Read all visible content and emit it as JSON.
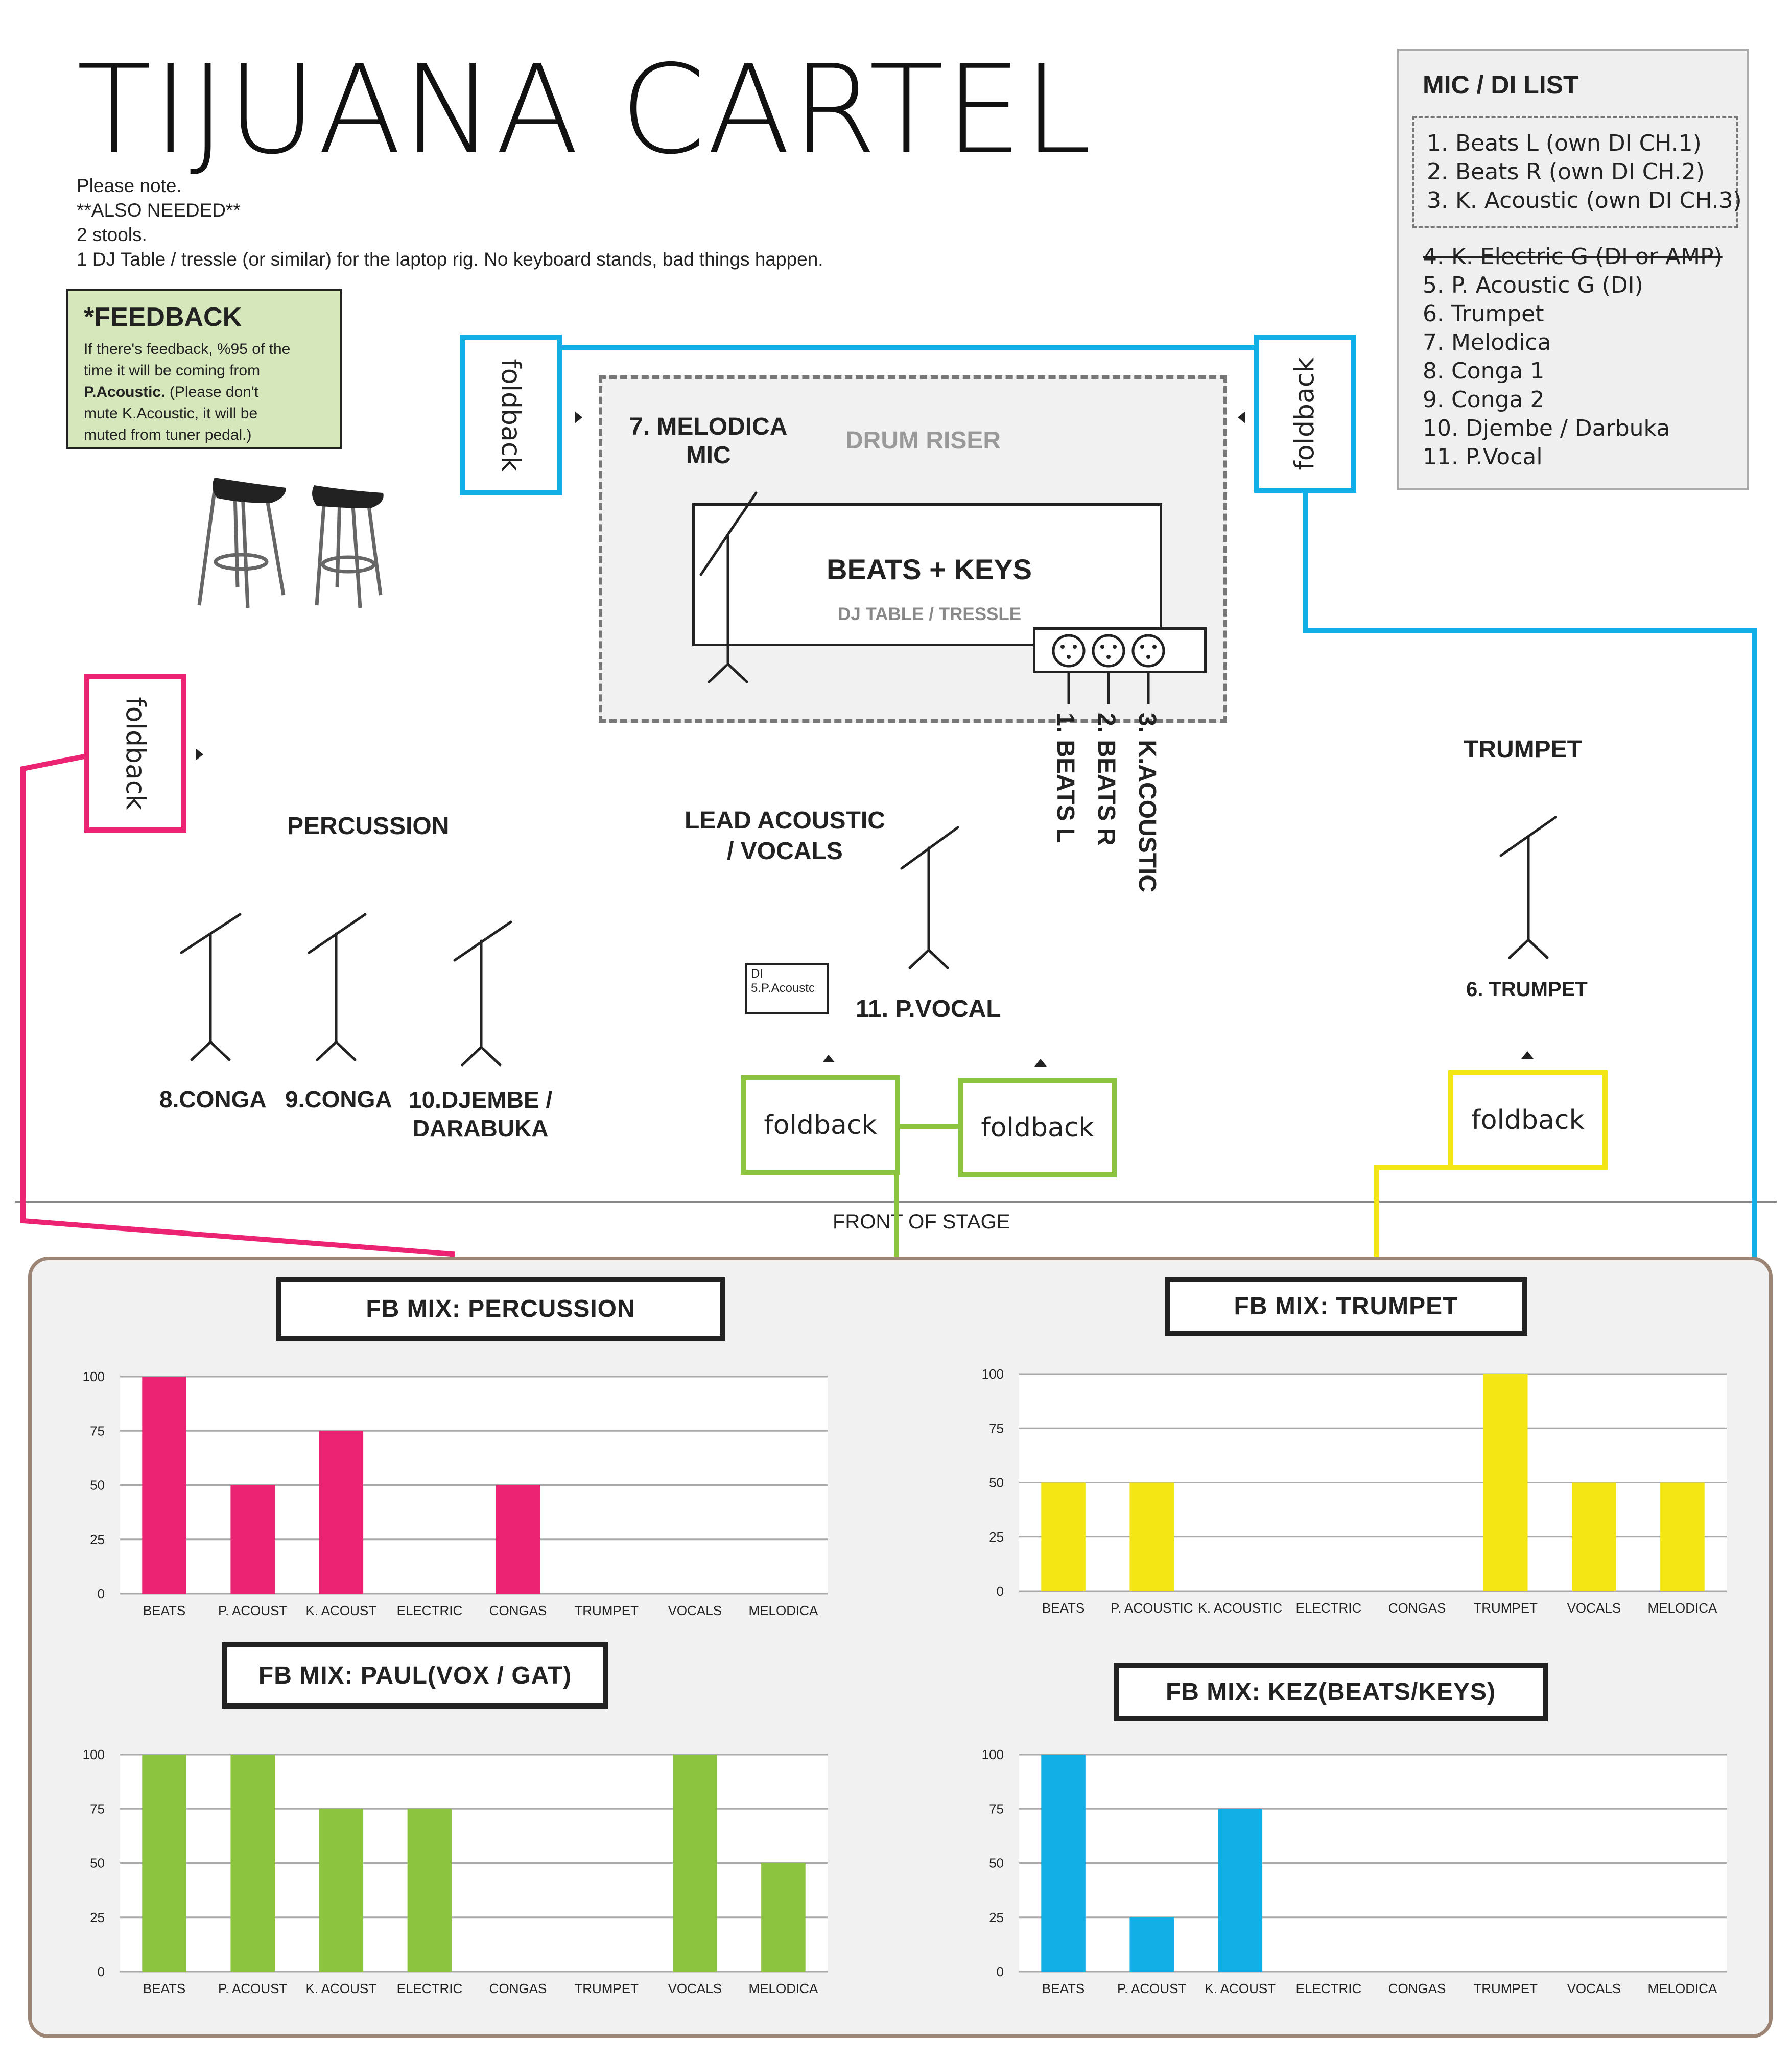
{
  "title": "TIJUANA CARTEL",
  "notes": [
    "Please note.",
    "**ALSO NEEDED**",
    "2 stools.",
    "1 DJ Table / tressle  (or similar) for the laptop rig.  No keyboard stands, bad things happen."
  ],
  "feedback_note": {
    "heading": "*FEEDBACK",
    "line1": "If there's feedback, %95 of the",
    "line2": "time it will be coming from",
    "bold": "P.Acoustic.",
    "line3": " (Please don't",
    "line4": "mute K.Acoustic, it will be",
    "line5": "muted from tuner pedal.)"
  },
  "mic_list": {
    "heading": "MIC / DI LIST",
    "own_di": [
      "1. Beats L (own DI CH.1)",
      "2. Beats R (own DI CH.2)",
      "3. K. Acoustic (own DI CH.3)"
    ],
    "struck": "4. K. Electric G (DI or AMP)",
    "items": [
      "5. P. Acoustic G (DI)",
      "6. Trumpet",
      "7. Melodica",
      "8. Conga 1",
      "9. Conga 2",
      "10. Djembe / Darbuka",
      "11. P.Vocal"
    ]
  },
  "stage": {
    "foldback_label": "foldback",
    "drum_riser": "DRUM RISER",
    "melodica_mic": [
      "7. MELODICA",
      "MIC"
    ],
    "beats_keys": "BEATS + KEYS",
    "dj_table": "DJ TABLE / TRESSLE",
    "di_channels": [
      "1. BEATS L",
      "2. BEATS R",
      "3. K.ACOUSTIC"
    ],
    "percussion": "PERCUSSION",
    "lead_acoustic": [
      "LEAD ACOUSTIC",
      "/ VOCALS"
    ],
    "trumpet": "TRUMPET",
    "conga1": "8.CONGA",
    "conga2": "9.CONGA",
    "djembe": [
      "10.DJEMBE /",
      "DARABUKA"
    ],
    "pvocal": "11. P.VOCAL",
    "trumpet_mic": "6. TRUMPET",
    "di_box": [
      "DI",
      "5.P.Acoustc"
    ],
    "front_of_stage": "FRONT OF STAGE"
  },
  "colors": {
    "pink": "#ec2373",
    "blue": "#12aee6",
    "green": "#8cc43f",
    "yellow": "#f4e514"
  },
  "mix_titles": {
    "percussion": "FB MIX: PERCUSSION",
    "trumpet": "FB MIX: TRUMPET",
    "paul": "FB MIX: PAUL(VOX / GAT)",
    "kez": "FB MIX: KEZ(BEATS/KEYS)"
  },
  "chart_data": [
    {
      "type": "bar",
      "categories": [
        "BEATS",
        "P. ACOUST",
        "K. ACOUST",
        "ELECTRIC",
        "CONGAS",
        "TRUMPET",
        "VOCALS",
        "MELODICA"
      ],
      "values": [
        100,
        50,
        75,
        0,
        50,
        0,
        0,
        0
      ],
      "ylim": [
        0,
        100
      ],
      "yticks": [
        0,
        25,
        50,
        75,
        100
      ],
      "color": "#ec2373",
      "grid": true
    },
    {
      "type": "bar",
      "categories": [
        "BEATS",
        "P. ACOUSTIC",
        "K. ACOUSTIC",
        "ELECTRIC",
        "CONGAS",
        "TRUMPET",
        "VOCALS",
        "MELODICA"
      ],
      "values": [
        50,
        50,
        0,
        0,
        0,
        100,
        50,
        50
      ],
      "ylim": [
        0,
        100
      ],
      "yticks": [
        0,
        25,
        50,
        75,
        100
      ],
      "color": "#f4e514",
      "grid": true
    },
    {
      "type": "bar",
      "categories": [
        "BEATS",
        "P. ACOUST",
        "K. ACOUST",
        "ELECTRIC",
        "CONGAS",
        "TRUMPET",
        "VOCALS",
        "MELODICA"
      ],
      "values": [
        100,
        100,
        75,
        75,
        0,
        0,
        100,
        50
      ],
      "ylim": [
        0,
        100
      ],
      "yticks": [
        0,
        25,
        50,
        75,
        100
      ],
      "color": "#8cc43f",
      "grid": true
    },
    {
      "type": "bar",
      "categories": [
        "BEATS",
        "P. ACOUST",
        "K. ACOUST",
        "ELECTRIC",
        "CONGAS",
        "TRUMPET",
        "VOCALS",
        "MELODICA"
      ],
      "values": [
        100,
        25,
        75,
        0,
        0,
        0,
        0,
        0
      ],
      "ylim": [
        0,
        100
      ],
      "yticks": [
        0,
        25,
        50,
        75,
        100
      ],
      "color": "#12aee6",
      "grid": true
    }
  ]
}
